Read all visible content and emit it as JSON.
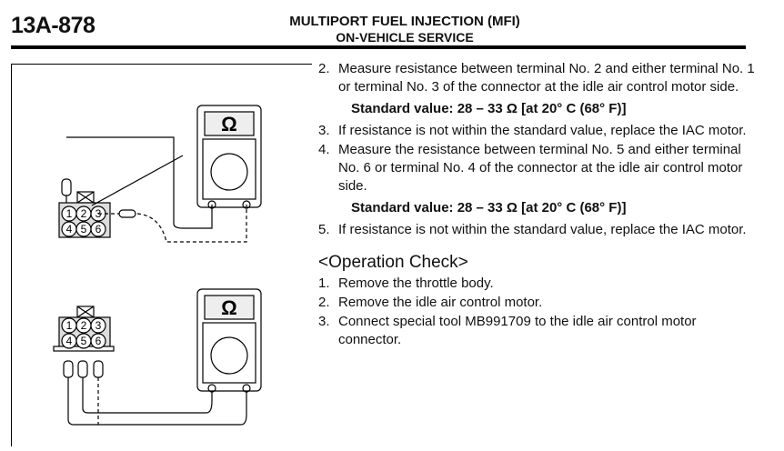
{
  "header": {
    "page_number": "13A-878",
    "title": "MULTIPORT FUEL INJECTION (MFI)",
    "subtitle": "ON-VEHICLE SERVICE"
  },
  "figure": {
    "meter_symbol": "Ω",
    "top_pins": [
      "1",
      "2",
      "3",
      "4",
      "5",
      "6"
    ],
    "bottom_pins": [
      "1",
      "2",
      "3",
      "4",
      "5",
      "6"
    ]
  },
  "steps": [
    {
      "num": "2.",
      "text": "Measure resistance between terminal No. 2 and either terminal No. 1 or terminal No. 3 of the connector at the idle air control motor side."
    },
    {
      "std": "Standard value: 28 – 33 Ω [at 20° C (68° F)]"
    },
    {
      "num": "3.",
      "text": "If resistance is not within the standard value, replace the IAC motor."
    },
    {
      "num": "4.",
      "text": "Measure the resistance between terminal No. 5 and either terminal No. 6 or terminal No. 4 of the connector at the idle air control motor side."
    },
    {
      "std": "Standard value: 28 – 33 Ω [at 20° C (68° F)]"
    },
    {
      "num": "5.",
      "text": "If resistance is not within the standard value, replace the IAC motor."
    }
  ],
  "operation_check": {
    "heading": "<Operation Check>",
    "steps": [
      {
        "num": "1.",
        "text": "Remove the throttle body."
      },
      {
        "num": "2.",
        "text": "Remove the idle air control motor."
      },
      {
        "num": "3.",
        "text": "Connect special tool MB991709 to the idle air control motor connector."
      }
    ]
  }
}
